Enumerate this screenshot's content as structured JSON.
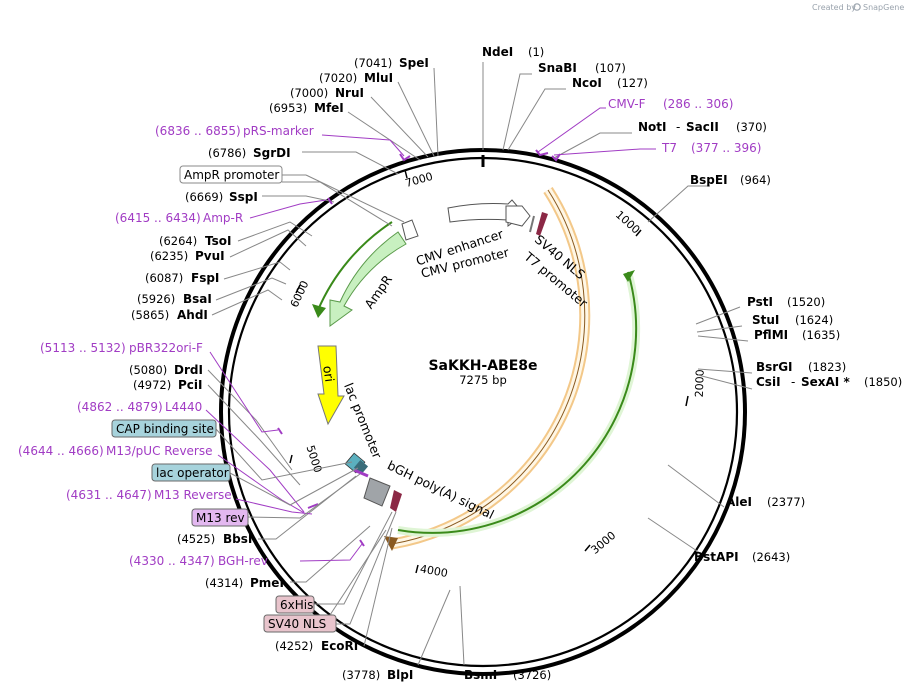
{
  "credit": {
    "prefix": "Created by",
    "brand": "SnapGene"
  },
  "plasmid": {
    "name": "SaKKH-ABE8e",
    "length": "7275 bp"
  },
  "ticks": [
    "1000",
    "2000",
    "3000",
    "4000",
    "5000",
    "6000",
    "7000"
  ],
  "sites_right": [
    {
      "name": "NdeI",
      "pos": "(1)"
    },
    {
      "name": "SnaBI",
      "pos": "(107)"
    },
    {
      "name": "NcoI",
      "pos": "(127)"
    },
    {
      "name": "NotI",
      "name2": "SacII",
      "pos": "(370)"
    },
    {
      "name": "BspEI",
      "pos": "(964)"
    },
    {
      "name": "PstI",
      "pos": "(1520)"
    },
    {
      "name": "StuI",
      "pos": "(1624)"
    },
    {
      "name": "PflMI",
      "pos": "(1635)"
    },
    {
      "name": "BsrGI",
      "pos": "(1823)"
    },
    {
      "name": "CsiI",
      "name2": "SexAI *",
      "pos": "(1850)"
    },
    {
      "name": "AleI",
      "pos": "(2377)"
    },
    {
      "name": "BstAPI",
      "pos": "(2643)"
    },
    {
      "name": "BsmI",
      "pos": "(3726)"
    }
  ],
  "sites_left": [
    {
      "name": "SpeI",
      "pos": "(7041)"
    },
    {
      "name": "MluI",
      "pos": "(7020)"
    },
    {
      "name": "NruI",
      "pos": "(7000)"
    },
    {
      "name": "MfeI",
      "pos": "(6953)"
    },
    {
      "name": "SgrDI",
      "pos": "(6786)"
    },
    {
      "name": "SspI",
      "pos": "(6669)"
    },
    {
      "name": "TsoI",
      "pos": "(6264)"
    },
    {
      "name": "PvuI",
      "pos": "(6235)"
    },
    {
      "name": "FspI",
      "pos": "(6087)"
    },
    {
      "name": "BsaI",
      "pos": "(5926)"
    },
    {
      "name": "AhdI",
      "pos": "(5865)"
    },
    {
      "name": "DrdI",
      "pos": "(5080)"
    },
    {
      "name": "PciI",
      "pos": "(4972)"
    },
    {
      "name": "BbsI",
      "pos": "(4525)"
    },
    {
      "name": "PmeI",
      "pos": "(4314)"
    },
    {
      "name": "EcoRI",
      "pos": "(4252)"
    },
    {
      "name": "BlpI",
      "pos": "(3778)"
    }
  ],
  "primers": [
    {
      "name": "CMV-F",
      "pos": "(286 .. 306)"
    },
    {
      "name": "T7",
      "pos": "(377 .. 396)"
    },
    {
      "name": "pRS-marker",
      "pos": "(6836 .. 6855)"
    },
    {
      "name": "Amp-R",
      "pos": "(6415 .. 6434)"
    },
    {
      "name": "pBR322ori-F",
      "pos": "(5113 .. 5132)"
    },
    {
      "name": "L4440",
      "pos": "(4862 .. 4879)"
    },
    {
      "name": "M13/pUC Reverse",
      "pos": "(4644 .. 4666)"
    },
    {
      "name": "M13 Reverse",
      "pos": "(4631 .. 4647)"
    },
    {
      "name": "BGH-rev",
      "pos": "(4330 .. 4347)"
    }
  ],
  "boxed_features": [
    {
      "name": "AmpR promoter",
      "bg": "#ffffff"
    },
    {
      "name": "CAP binding site",
      "bg": "#a7d3dc"
    },
    {
      "name": "lac operator",
      "bg": "#a7d3dc"
    },
    {
      "name": "M13 rev",
      "bg": "#e3b8f0"
    },
    {
      "name": "6xHis",
      "bg": "#e8c4cc"
    },
    {
      "name": "SV40 NLS",
      "bg": "#e8c4cc"
    }
  ],
  "inner_features": {
    "cmv_enhancer": "CMV enhancer",
    "cmv_promoter": "CMV promoter",
    "sv40_nls": "SV40 NLS",
    "t7_promoter": "T7 promoter",
    "ampr": "AmpR",
    "ori": "ori",
    "lac_promoter": "lac promoter",
    "bgh": "bGH poly(A) signal"
  },
  "colors": {
    "backbone": "#000000",
    "primer": "#a13cc4",
    "cds_outline": "#f0c080",
    "cds_green": "#3a8a1a",
    "ampr_fill": "#c8f0c0",
    "ori_fill": "#ffff00",
    "terminator_fill": "#a0a4a8"
  }
}
